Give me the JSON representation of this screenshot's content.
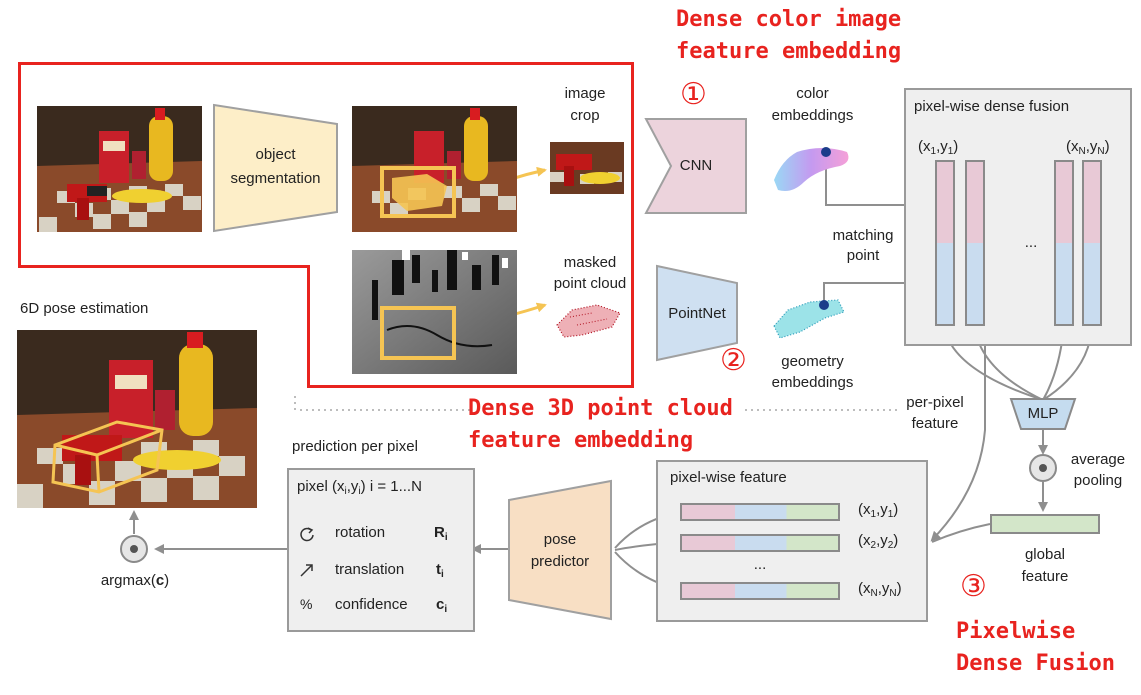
{
  "annotations": {
    "color_title_line1": "Dense color image",
    "color_title_line2": "feature embedding",
    "point_title_line1": "Dense 3D point cloud",
    "point_title_line2": "feature embedding",
    "fusion_title_line1": "Pixelwise",
    "fusion_title_line2": "Dense Fusion",
    "step1": "①",
    "step2": "②",
    "step3": "③"
  },
  "labels": {
    "object_segmentation_1": "object",
    "object_segmentation_2": "segmentation",
    "image_crop_1": "image",
    "image_crop_2": "crop",
    "masked_pc_1": "masked",
    "masked_pc_2": "point cloud",
    "cnn": "CNN",
    "pointnet": "PointNet",
    "color_emb_1": "color",
    "color_emb_2": "embeddings",
    "geom_emb_1": "geometry",
    "geom_emb_2": "embeddings",
    "matching_1": "matching",
    "matching_2": "point",
    "fusion_box": "pixel-wise dense fusion",
    "coord_first_x": "(x",
    "coord_first_sub1": "1",
    "coord_mid": ",y",
    "coord_first_sub2": "1",
    "coord_close": ")",
    "coord_last_sub1": "N",
    "coord_last_sub2": "N",
    "ellipsis": "...",
    "per_pixel_1": "per-pixel",
    "per_pixel_2": "feature",
    "mlp": "MLP",
    "avg_pool_1": "average",
    "avg_pool_2": "pooling",
    "global_1": "global",
    "global_2": "feature",
    "pixelwise_feature": "pixel-wise feature",
    "row1_x": "(x",
    "row1_s1": "1",
    "row1_y": ",y",
    "row1_s2": "1",
    "row2_s1": "2",
    "row2_s2": "2",
    "row3_s1": "N",
    "row3_s2": "N",
    "pose_predictor_1": "pose",
    "pose_predictor_2": "predictor",
    "prediction_per_pixel": "prediction per pixel",
    "pred_header_a": "pixel (x",
    "pred_header_sub1": "i",
    "pred_header_b": ",y",
    "pred_header_sub2": "i",
    "pred_header_c": ")  i = 1...N",
    "rotation": "rotation",
    "rotation_sym": "R",
    "translation": "translation",
    "translation_sym": "t",
    "confidence": "confidence",
    "confidence_sym": "c",
    "sym_sub": "i",
    "confidence_icon": "%",
    "pose_estimation": "6D pose estimation",
    "argmax_a": "argmax(",
    "argmax_b": "c",
    "argmax_c": ")"
  },
  "icons": {
    "rotation": "rotate-icon",
    "translation": "arrow-icon",
    "confidence": "percent-icon"
  },
  "colors": {
    "annotation_red": "#e8231f",
    "segmentation_fill": "#fdeec8",
    "cnn_fill": "#ecd3dc",
    "pointnet_fill": "#cfe0f1",
    "pose_predictor_fill": "#f8dfc4",
    "mlp_fill": "#c5dcef",
    "pink_segment": "#e8c9d6",
    "blue_segment": "#c9dcef",
    "green_segment": "#d3e6c9",
    "box_gray": "#efefef"
  }
}
